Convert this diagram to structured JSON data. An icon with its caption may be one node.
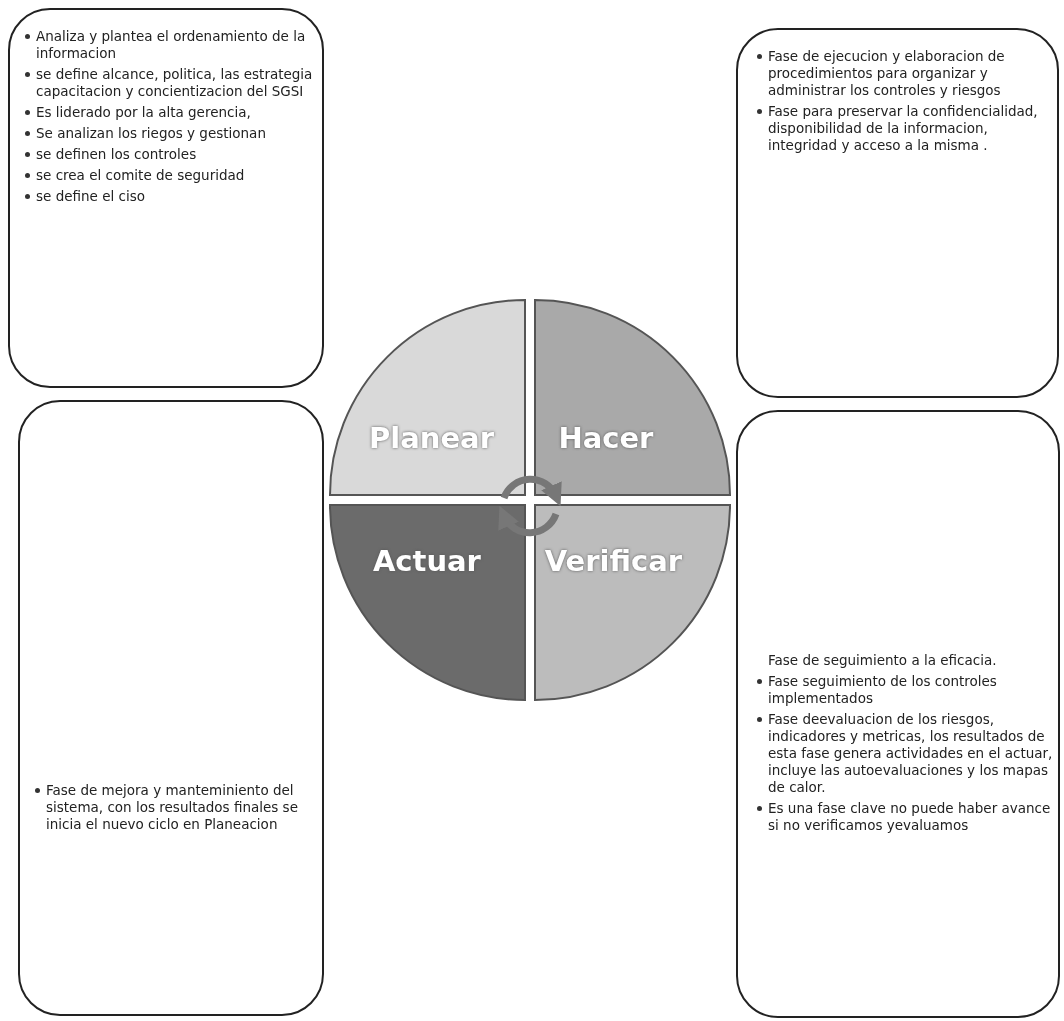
{
  "diagram": {
    "nodes": [
      {
        "text": [
          "Analiza y plantea el ordenamiento de la informacion",
          "se define alcance, politica, las estrategia capacitacion y concientizacion del SGSI",
          "Es liderado por la alta gerencia,",
          "Se analizan los riegos y gestionan",
          "se definen los controles",
          "se crea el comite de seguridad",
          "se define el ciso"
        ]
      },
      {
        "text": [
          "Fase de ejecucion y elaboracion de procedimientos para organizar y administrar los controles y riesgos",
          "Fase para preservar la confidencialidad, disponibilidad de la informacion, integridad y acceso a la misma ."
        ]
      },
      {
        "text": [
          "Fase de mejora y manteminiento del sistema, con los resultados finales se inicia el nuevo ciclo en Planeacion"
        ]
      },
      {
        "text": [
          "Fase de seguimiento a la eficacia.",
          "Fase seguimiento de los controles implementados",
          "Fase deevaluacion de los riesgos, indicadores y metricas, los resultados de esta fase genera actividades en el actuar, incluye las autoevaluaciones y los mapas de calor.",
          "Es una fase clave no puede haber avance si no verificamos yevaluamos"
        ]
      },
      {
        "text": [
          "Planear"
        ]
      },
      {
        "text": [
          "Hacer"
        ]
      },
      {
        "text": [
          "Actuar"
        ]
      },
      {
        "text": [
          "Verificar"
        ]
      }
    ],
    "edges": [
      {
        "from": 4,
        "to": 5,
        "arrow": "to"
      },
      {
        "from": 7,
        "to": 6,
        "arrow": "to"
      }
    ]
  }
}
